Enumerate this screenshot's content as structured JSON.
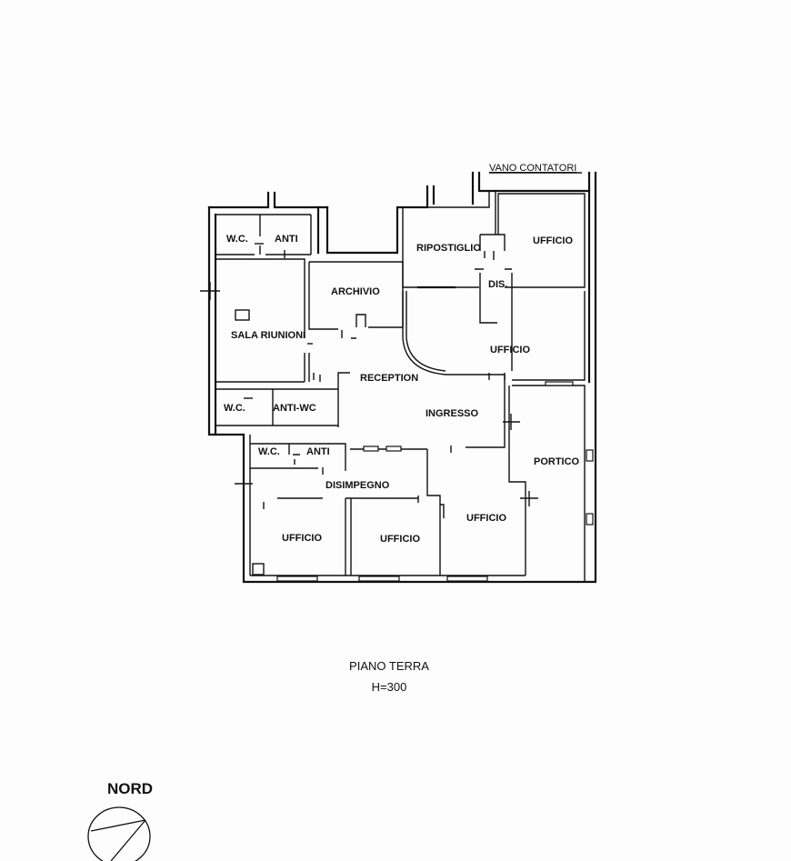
{
  "rooms": {
    "wc_1": "W.C.",
    "anti_1": "ANTI",
    "ripostiglio": "RIPOSTIGLIO",
    "ufficio_ne": "UFFICIO",
    "archivio": "ARCHIVIO",
    "dis": "DIS.",
    "sala_riunioni": "SALA RIUNIONI",
    "ufficio_e": "UFFICIO",
    "reception": "RECEPTION",
    "wc_2": "W.C.",
    "anti_wc": "ANTI-WC",
    "ingresso": "INGRESSO",
    "wc_3": "W.C.",
    "anti_3": "ANTI",
    "portico": "PORTICO",
    "disimpegno": "DISIMPEGNO",
    "ufficio_se": "UFFICIO",
    "ufficio_sw": "UFFICIO",
    "ufficio_s": "UFFICIO"
  },
  "vano_contatori": "VANO CONTATORI",
  "floor": {
    "name": "PIANO TERRA",
    "height": "H=300"
  },
  "compass": {
    "label": "NORD"
  }
}
